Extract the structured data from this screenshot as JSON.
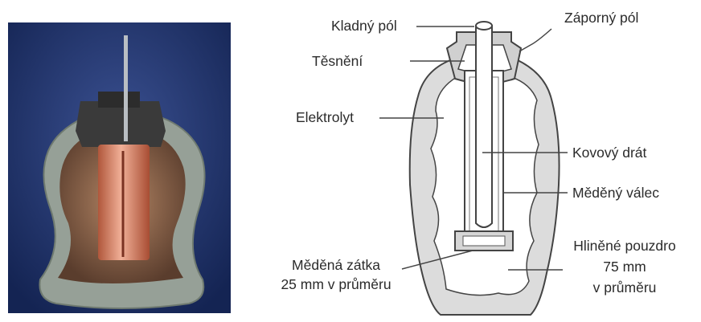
{
  "labels": {
    "positive_pole": "Kladný pól",
    "negative_pole": "Záporný pól",
    "seal": "Těsnění",
    "electrolyte": "Elektrolyt",
    "metal_wire": "Kovový drát",
    "copper_cylinder": "Měděný válec",
    "copper_plug_l1": "Měděná zátka",
    "copper_plug_l2": "25 mm v průměru",
    "clay_case_l1": "Hliněné pouzdro",
    "clay_case_l2": "75 mm",
    "clay_case_l3": "v průměru"
  },
  "colors": {
    "photo_background": "#1d2f63",
    "clay_gray": "#9aa39b",
    "copper": "#c87a52",
    "diagram_clay": "#d9d9d9",
    "diagram_line": "#4a4a4a"
  }
}
